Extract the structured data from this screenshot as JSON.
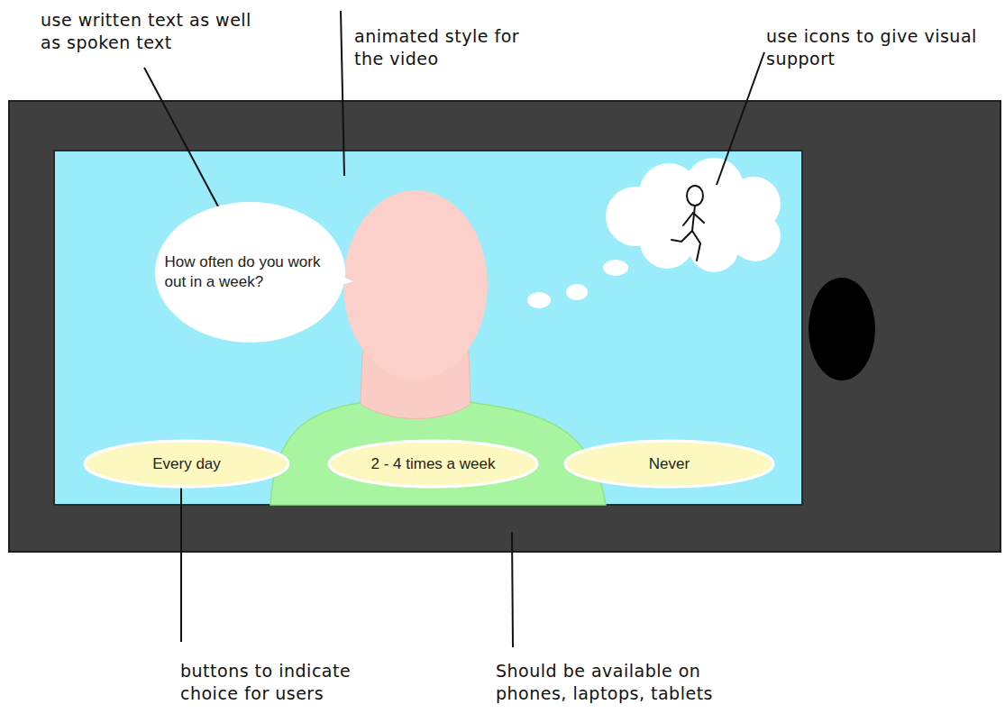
{
  "diagram": {
    "nodes": [
      {
        "text": [
          "How often do you work out in a week?"
        ]
      },
      {
        "text": [
          "Every day"
        ]
      },
      {
        "text": [
          "2 - 4 times a week"
        ]
      },
      {
        "text": [
          "Never"
        ]
      }
    ],
    "labels": [
      "use written text as well as spoken text",
      "animated style for the video",
      "use icons to give visual support",
      "buttons to indicate choice for users",
      "Should be available on phones, laptops, tablets"
    ]
  }
}
